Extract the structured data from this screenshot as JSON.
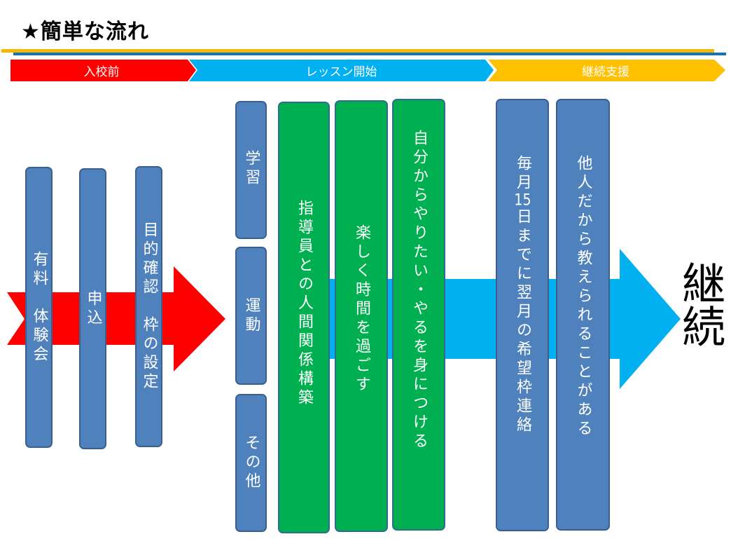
{
  "title": "★簡単な流れ",
  "phases": [
    {
      "label": "入校前",
      "color": "#ff0000"
    },
    {
      "label": "レッスン開始",
      "color": "#00b0f0"
    },
    {
      "label": "継続支援",
      "color": "#ffc000"
    }
  ],
  "pre_school_steps": [
    "有料　体験会",
    "申込",
    "目的確認　枠の設定"
  ],
  "lesson_categories": [
    "学習",
    "運動",
    "その他"
  ],
  "lesson_goals": [
    "指導員との人間関係構築",
    "楽しく時間を過ごす",
    "自分からやりたい・やるを身につける"
  ],
  "support_steps": [
    "毎月15日までに翌月の希望枠連絡",
    "他人だから教えられることがある"
  ],
  "outcome": "継続",
  "colors": {
    "box_blue": "#4f81bd",
    "box_green": "#00b050",
    "arrow_red": "#ff0000",
    "arrow_blue": "#00b0f0"
  }
}
